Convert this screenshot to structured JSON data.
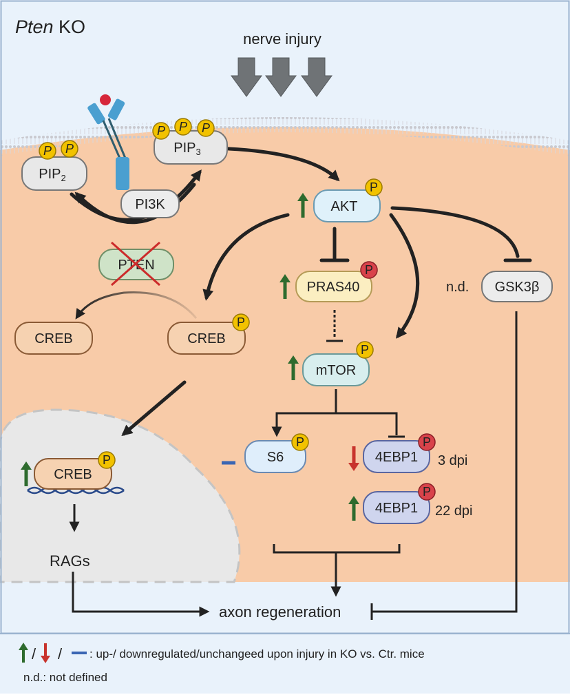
{
  "title": {
    "italic": "Pten",
    "rest": " KO"
  },
  "stimulus": "nerve injury",
  "molecules": {
    "pip2": {
      "base": "PIP",
      "sub": "2"
    },
    "pip3": {
      "base": "PIP",
      "sub": "3"
    },
    "pi3k": "PI3K",
    "pten": "PTEN",
    "akt": "AKT",
    "pras40": "PRAS40",
    "gsk3b": "GSK3β",
    "mtor": "mTOR",
    "s6": "S6",
    "creb_free": "CREB",
    "creb_p": "CREB",
    "creb_nucleus": "CREB",
    "ebp1_early": "4EBP1",
    "ebp1_late": "4EBP1",
    "rags": "RAGs"
  },
  "phospho_label": "P",
  "timepoints": {
    "early": "3 dpi",
    "late": "22 dpi"
  },
  "not_defined_short": "n.d.",
  "outcome": "axon regeneration",
  "legend": {
    "separator": "/",
    "description": ": up-/ downregulated/unchangeed upon injury in KO vs. Ctr. mice",
    "nd_line": "n.d.: not defined"
  },
  "colors": {
    "extracellular": "#e9f2fb",
    "cytoplasm": "#f8cba8",
    "nucleus": "#e8e8e8",
    "up_arrow": "#2e6b2e",
    "down_arrow": "#c8342d",
    "unchanged": "#3b66b3",
    "phospho_yellow": "#f2c200",
    "phospho_red": "#d9434b",
    "frame": "#9ab3cf"
  }
}
